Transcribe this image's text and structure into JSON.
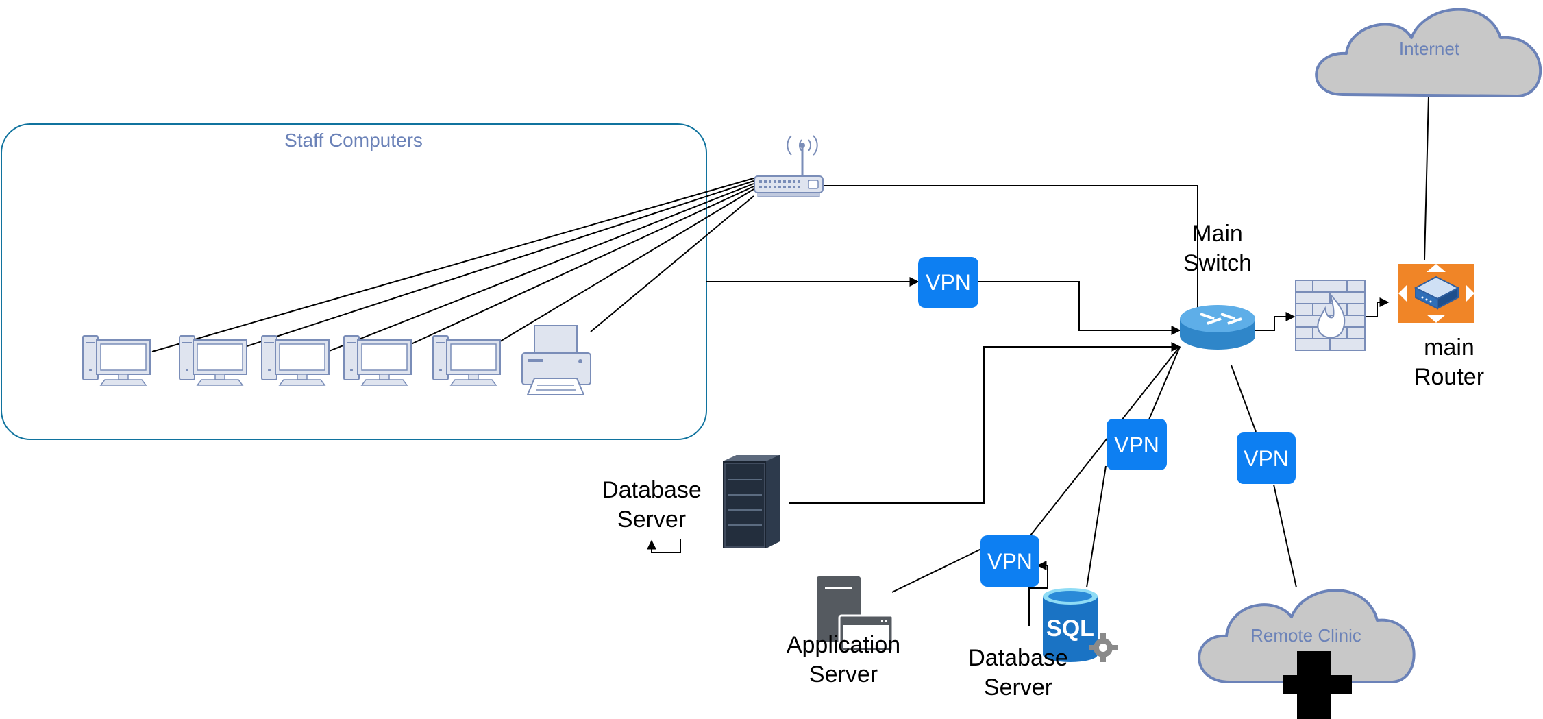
{
  "group": {
    "title": "Staff Computers"
  },
  "nodes": {
    "internet": {
      "label": "Internet"
    },
    "main_switch": {
      "label_line1": "Main",
      "label_line2": "Switch"
    },
    "main_router": {
      "label_line1": "main",
      "label_line2": "Router"
    },
    "database_server_rack": {
      "label_line1": "Database",
      "label_line2": "Server"
    },
    "application_server": {
      "label_line1": "Application",
      "label_line2": "Server"
    },
    "database_server_sql": {
      "label_line1": "Database",
      "label_line2": "Server",
      "icon_text": "SQL"
    },
    "remote_clinic": {
      "label": "Remote Clinic"
    }
  },
  "vpn": {
    "label": "VPN"
  },
  "colors": {
    "cloud_fill": "#c8c8c8",
    "cloud_stroke": "#6b82b8",
    "vpn_blue": "#0d7ff2",
    "group_stroke": "#10739e",
    "device_stroke": "#7a8db8",
    "router_orange": "#f08527"
  }
}
